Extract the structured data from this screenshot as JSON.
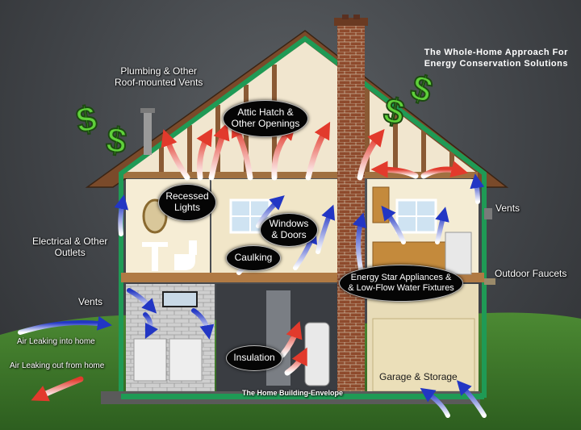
{
  "title_line1": "The Whole-Home Approach For",
  "title_line2": "Energy Conservation Solutions",
  "labels": {
    "plumbing_line1": "Plumbing & Other",
    "plumbing_line2": "Roof-mounted Vents",
    "electrical_line1": "Electrical & Other",
    "electrical_line2": "Outlets",
    "vents_left": "Vents",
    "vents_right": "Vents",
    "outdoor_faucets": "Outdoor Faucets",
    "air_in": "Air Leaking into home",
    "air_out": "Air Leaking out from home",
    "garage": "Garage & Storage",
    "envelope": "The Home Building-Envelope"
  },
  "callouts": {
    "attic_line1": "Attic Hatch &",
    "attic_line2": "Other Openings",
    "recessed_line1": "Recessed",
    "recessed_line2": "Lights",
    "windows_line1": "Windows",
    "windows_line2": "& Doors",
    "caulking": "Caulking",
    "energy_line1": "Energy Star Appliances &",
    "energy_line2": "& Low-Flow Water Fixtures",
    "insulation": "Insulation"
  },
  "dollar_symbol": "$",
  "colors": {
    "envelope_green": "#1f9a55",
    "dollar_green": "#5fd13a",
    "warm_arrow": "#e8473a",
    "cool_arrow": "#2a44c9",
    "grass": "#3e7a2a"
  }
}
